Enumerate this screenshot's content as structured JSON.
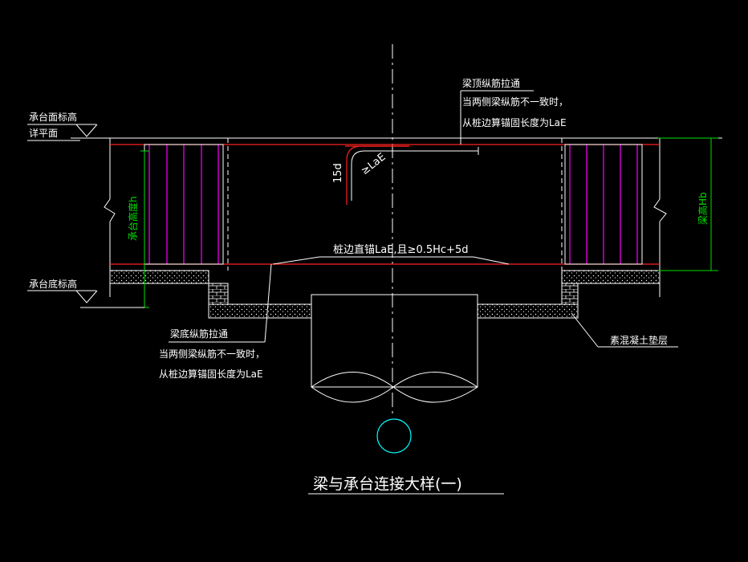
{
  "labels": {
    "cap_top_elevation": "承台面标高",
    "cap_top_detail": "详平面",
    "cap_bottom_elevation": "承台底标高",
    "cap_height": "承台高度h",
    "beam_height": "梁高Hb",
    "top_rebar_line1": "梁顶纵筋拉通",
    "top_rebar_line2": "当两侧梁纵筋不一致时，",
    "top_rebar_line3": "从桩边算锚固长度为LaE",
    "hook_15d": "15d",
    "hook_lae": "≥LaE",
    "anchor_note": "桩边直锚LaE,且≥0.5Hc+5d",
    "bottom_rebar_line1": "梁底纵筋拉通",
    "bottom_rebar_line2": "当两侧梁纵筋不一致时，",
    "bottom_rebar_line3": "从桩边算锚固长度为LaE",
    "cushion": "素混凝土垫层",
    "title": "梁与承台连接大样(一)"
  },
  "colors": {
    "background": "#000000",
    "outline": "#ffffff",
    "rebar": "#ff2020",
    "stirrup": "#ff00ff",
    "dimension": "#00e000",
    "circle": "#00ffff"
  }
}
